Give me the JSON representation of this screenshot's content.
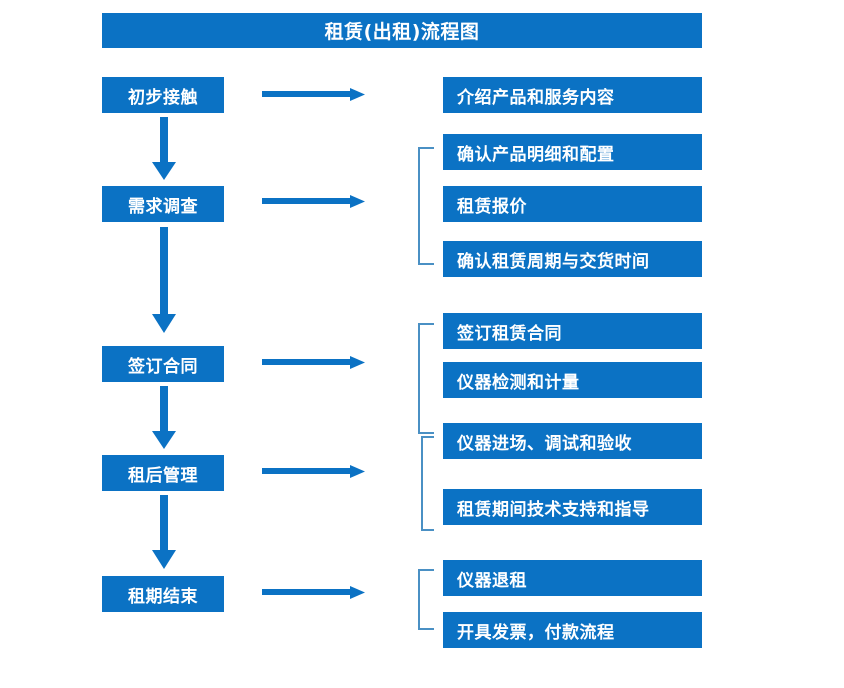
{
  "title": {
    "text": "租赁(出租)流程图"
  },
  "colors": {
    "box_fill": "#0b72c4",
    "box_text": "#ffffff",
    "arrow": "#0b72c4",
    "bracket": "#4a90c4",
    "background": "#ffffff"
  },
  "stages": [
    {
      "label": "初步接触"
    },
    {
      "label": "需求调查"
    },
    {
      "label": "签订合同"
    },
    {
      "label": "租后管理"
    },
    {
      "label": "租期结束"
    }
  ],
  "details": [
    {
      "label": "介绍产品和服务内容",
      "group": 0
    },
    {
      "label": "确认产品明细和配置",
      "group": 1
    },
    {
      "label": "租赁报价",
      "group": 1
    },
    {
      "label": "确认租赁周期与交货时间",
      "group": 1
    },
    {
      "label": "签订租赁合同",
      "group": 2
    },
    {
      "label": "仪器检测和计量",
      "group": 2
    },
    {
      "label": "仪器进场、调试和验收",
      "group": 3
    },
    {
      "label": "租赁期间技术支持和指导",
      "group": 3
    },
    {
      "label": "仪器退租",
      "group": 4
    },
    {
      "label": "开具发票，付款流程",
      "group": 4
    }
  ],
  "connectors": {
    "vertical_arrow_count": 4,
    "horizontal_arrow_count": 5,
    "bracket_count": 4
  }
}
